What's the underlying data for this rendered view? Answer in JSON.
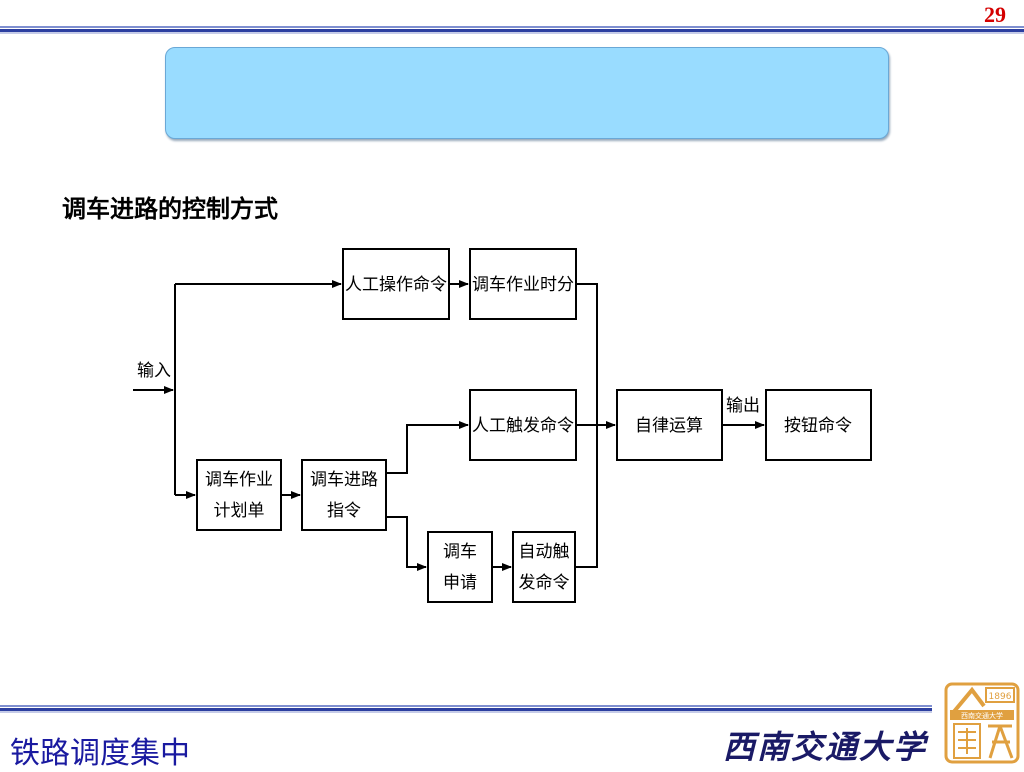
{
  "page": {
    "number": "29"
  },
  "heading": "调车进路的控制方式",
  "diagram": {
    "nodes": {
      "manual_cmd": "人工操作命令",
      "shunting_time": "调车作业时分",
      "manual_trigger": "人工触发命令",
      "auto_compute": "自律运算",
      "button_cmd": "按钮命令",
      "plan_line1": "调车作业",
      "plan_line2": "计划单",
      "route_line1": "调车进路",
      "route_line2": "指令",
      "request_line1": "调车",
      "request_line2": "申请",
      "auto_line1": "自动触",
      "auto_line2": "发命令"
    },
    "labels": {
      "input": "输入",
      "output": "输出"
    }
  },
  "footer": {
    "course": "铁路调度集中",
    "university": "西南交通大学"
  },
  "logo": {
    "badge_top": "1896",
    "badge_band": "西南交通大学"
  },
  "colors": {
    "accent": "#d40000",
    "banner": "#99dcff",
    "footer_text": "#1a1aa0",
    "logo": "#e0a040"
  }
}
